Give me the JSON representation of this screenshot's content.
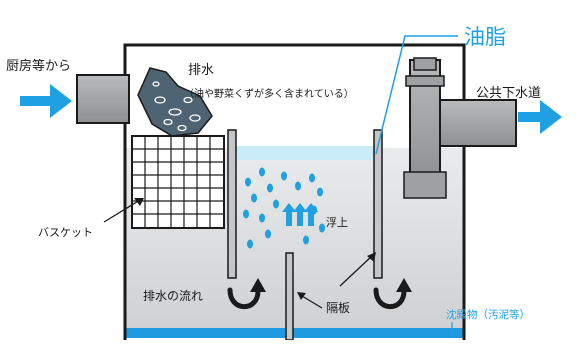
{
  "labels": {
    "oil": "油脂",
    "inlet": "厨房等から",
    "wastewater": "排水",
    "wastewater_note": "（油や野菜くずが多く含まれている）",
    "outlet": "公共下水道",
    "basket": "バスケット",
    "float_up": "浮上",
    "flow": "排水の流れ",
    "partition": "隔板",
    "sediment": "沈殿物（汚泥等）"
  },
  "colors": {
    "water": "#e2e4e6",
    "oil_layer": "#c9ecf8",
    "accent_blue": "#1ea0e2",
    "sediment": "#1e9be0",
    "outline": "#1a1a1a",
    "pipe": "#a4a6a8"
  },
  "icons": {
    "inlet_arrow": "arrow-right-icon",
    "outlet_arrow": "arrow-right-icon",
    "float_arrows": "up-arrow-icon",
    "flow_arrows": "curved-arrow-icon",
    "debris": "debris-bag-icon"
  }
}
